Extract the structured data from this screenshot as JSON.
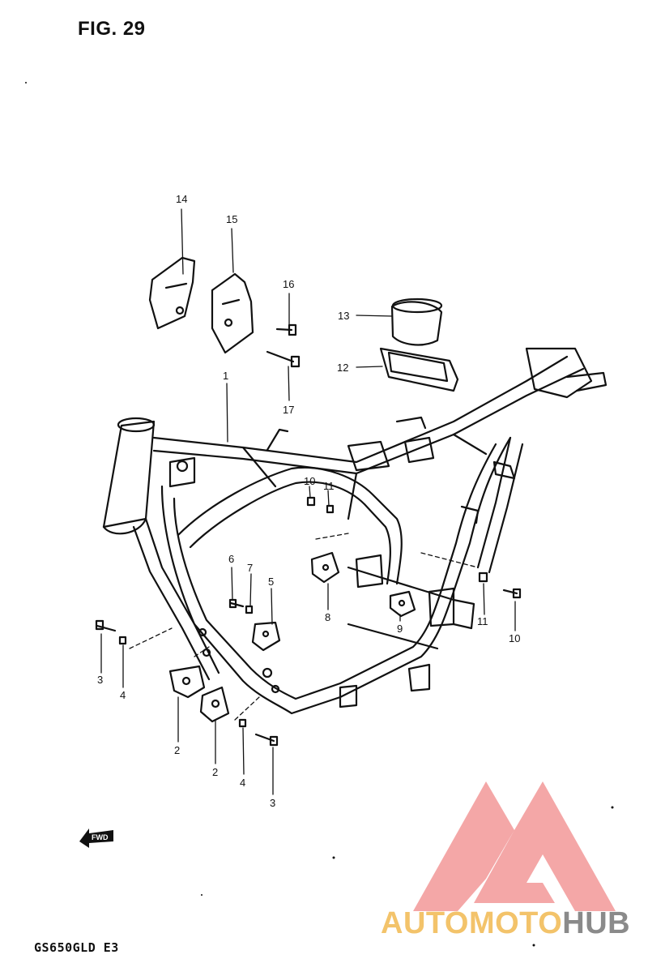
{
  "figure_title": "FIG. 29",
  "model_code": "GS650GLD E3",
  "direction_mark": "FWD",
  "watermark": {
    "part1": "AUTOMOTO",
    "part2": "HUB",
    "color_main": "#f3c36a",
    "color_hub": "#8a8a8a",
    "logo_color": "#f08a8a"
  },
  "callouts": [
    {
      "id": "c14a",
      "text": "14"
    },
    {
      "id": "c15a",
      "text": "15"
    },
    {
      "id": "c16a",
      "text": "16"
    },
    {
      "id": "c13a",
      "text": "13"
    },
    {
      "id": "c12a",
      "text": "12"
    },
    {
      "id": "c17a",
      "text": "17"
    },
    {
      "id": "c1a",
      "text": "1"
    },
    {
      "id": "c10a",
      "text": "10"
    },
    {
      "id": "c11a",
      "text": "11"
    },
    {
      "id": "c6a",
      "text": "6"
    },
    {
      "id": "c7a",
      "text": "7"
    },
    {
      "id": "c5a",
      "text": "5"
    },
    {
      "id": "c8a",
      "text": "8"
    },
    {
      "id": "c9a",
      "text": "9"
    },
    {
      "id": "c11b",
      "text": "11"
    },
    {
      "id": "c10b",
      "text": "10"
    },
    {
      "id": "c3a",
      "text": "3"
    },
    {
      "id": "c4a",
      "text": "4"
    },
    {
      "id": "c2a",
      "text": "2"
    },
    {
      "id": "c2b",
      "text": "2"
    },
    {
      "id": "c4b",
      "text": "4"
    },
    {
      "id": "c3b",
      "text": "3"
    }
  ]
}
